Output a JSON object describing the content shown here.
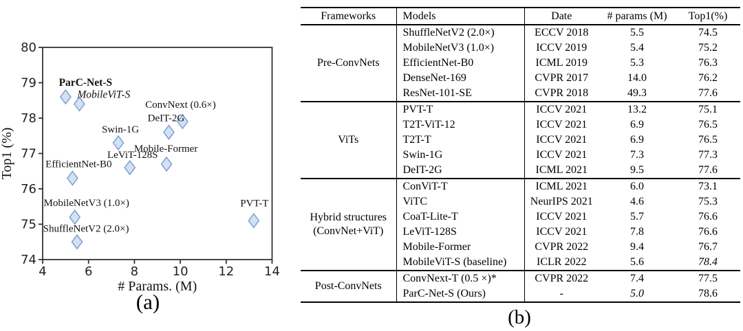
{
  "figure": {
    "caption_a": "(a)",
    "caption_b": "(b)"
  },
  "chart_data": {
    "type": "scatter",
    "title": "",
    "xlabel": "# Params. (M)",
    "ylabel": "Top1 (%)",
    "xlim": [
      4,
      14
    ],
    "ylim": [
      74,
      80
    ],
    "xticks": [
      "4",
      "6",
      "8",
      "10",
      "12",
      "14"
    ],
    "yticks": [
      "74",
      "75",
      "76",
      "77",
      "78",
      "79",
      "80"
    ],
    "grid": "off",
    "legend": "none",
    "marker": {
      "shape": "diamond",
      "fill": "#d3e1f5",
      "stroke": "#7f9fce"
    },
    "points": [
      {
        "label": "ParC-Net-S",
        "x": 5.0,
        "y": 78.6,
        "style": "bold",
        "anchor": "middle",
        "dx": 29,
        "dy": -16
      },
      {
        "label": "MobileViT-S",
        "x": 5.6,
        "y": 78.4,
        "style": "italic",
        "anchor": "start",
        "dx": -3,
        "dy": -9
      },
      {
        "label": "ConvNext (0.6×)",
        "x": 10.1,
        "y": 77.9,
        "style": "normal",
        "anchor": "middle",
        "dx": -3,
        "dy": -20
      },
      {
        "label": "DeIT-2G",
        "x": 9.5,
        "y": 77.6,
        "style": "normal",
        "anchor": "middle",
        "dx": -4,
        "dy": -16
      },
      {
        "label": "Swin-1G",
        "x": 7.3,
        "y": 77.3,
        "style": "normal",
        "anchor": "middle",
        "dx": 3,
        "dy": -15
      },
      {
        "label": "Mobile-Former",
        "x": 9.4,
        "y": 76.7,
        "style": "normal",
        "anchor": "middle",
        "dx": -1,
        "dy": -18
      },
      {
        "label": "LeViT-128S",
        "x": 7.8,
        "y": 76.6,
        "style": "normal",
        "anchor": "middle",
        "dx": 4,
        "dy": -14
      },
      {
        "label": "EfficientNet-B0",
        "x": 5.3,
        "y": 76.3,
        "style": "normal",
        "anchor": "middle",
        "dx": 9,
        "dy": -16
      },
      {
        "label": "MobileNetV3 (1.0×)",
        "x": 5.4,
        "y": 75.2,
        "style": "normal",
        "anchor": "middle",
        "dx": 17,
        "dy": -16
      },
      {
        "label": "ShuffleNetV2 (2.0×)",
        "x": 5.5,
        "y": 74.5,
        "style": "normal",
        "anchor": "middle",
        "dx": 13,
        "dy": -15
      },
      {
        "label": "PVT-T",
        "x": 13.2,
        "y": 75.1,
        "style": "normal",
        "anchor": "middle",
        "dx": 1,
        "dy": -21
      }
    ]
  },
  "table": {
    "headers": [
      "Frameworks",
      "Models",
      "Date",
      "# params (M)",
      "Top1(%)"
    ],
    "sections": [
      {
        "framework_lines": [
          "Pre-ConvNets"
        ],
        "rows": [
          {
            "model": "ShuffleNetV2 (2.0×)",
            "date": "ECCV 2018",
            "params": "5.5",
            "top1": "74.5"
          },
          {
            "model": "MobileNetV3 (1.0×)",
            "date": "ICCV 2019",
            "params": "5.4",
            "top1": "75.2"
          },
          {
            "model": "EfficientNet-B0",
            "date": "ICML 2019",
            "params": "5.3",
            "top1": "76.3"
          },
          {
            "model": "DenseNet-169",
            "date": "CVPR 2017",
            "params": "14.0",
            "top1": "76.2"
          },
          {
            "model": "ResNet-101-SE",
            "date": "CVPR 2018",
            "params": "49.3",
            "top1": "77.6"
          }
        ]
      },
      {
        "framework_lines": [
          "ViTs"
        ],
        "rows": [
          {
            "model": "PVT-T",
            "date": "ICCV 2021",
            "params": "13.2",
            "top1": "75.1"
          },
          {
            "model": "T2T-ViT-12",
            "date": "ICCV 2021",
            "params": "6.9",
            "top1": "76.5"
          },
          {
            "model": "T2T-T",
            "date": "ICCV 2021",
            "params": "6.9",
            "top1": "76.5"
          },
          {
            "model": "Swin-1G",
            "date": "ICCV 2021",
            "params": "7.3",
            "top1": "77.3"
          },
          {
            "model": "DeIT-2G",
            "date": "ICML 2021",
            "params": "9.5",
            "top1": "77.6"
          }
        ]
      },
      {
        "framework_lines": [
          "Hybrid structures",
          "(ConvNet+ViT)"
        ],
        "rows": [
          {
            "model": "ConViT-T",
            "date": "ICML 2021",
            "params": "6.0",
            "top1": "73.1"
          },
          {
            "model": "ViTC",
            "date": "NeurIPS 2021",
            "params": "4.6",
            "params_style": "bold",
            "top1": "75.3"
          },
          {
            "model": "CoaT-Lite-T",
            "date": "ICCV 2021",
            "params": "5.7",
            "top1": "76.6"
          },
          {
            "model": "LeViT-128S",
            "date": "ICCV 2021",
            "params": "7.8",
            "top1": "76.6"
          },
          {
            "model": "Mobile-Former",
            "date": "CVPR 2022",
            "params": "9.4",
            "top1": "76.7"
          },
          {
            "model": "MobileViT-S (baseline)",
            "date": "ICLR 2022",
            "params": "5.6",
            "top1": "78.4",
            "top1_style": "italic"
          }
        ]
      },
      {
        "framework_lines": [
          "Post-ConvNets"
        ],
        "rows": [
          {
            "model": "ConvNext-T (0.5 ×)*",
            "date": "CVPR 2022",
            "params": "7.4",
            "top1": "77.5"
          },
          {
            "model": "ParC-Net-S (Ours)",
            "date": "-",
            "params": "5.0",
            "params_style": "italic",
            "top1": "78.6",
            "top1_style": "bold"
          }
        ]
      }
    ]
  }
}
